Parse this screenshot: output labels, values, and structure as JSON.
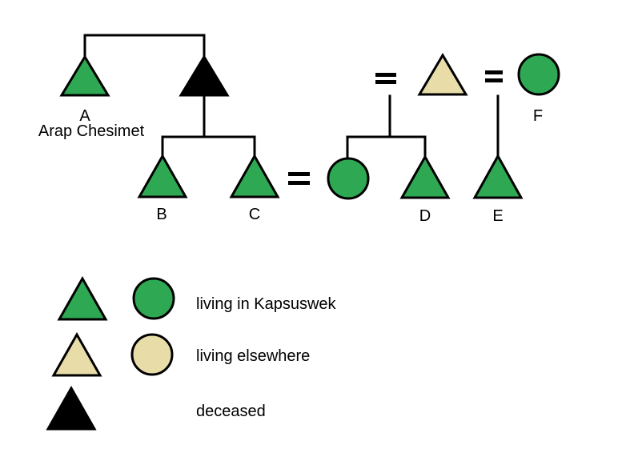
{
  "colors": {
    "green": "#2EA853",
    "tan": "#E8DDA8",
    "black": "#000000",
    "line": "#000000"
  },
  "pedigree": {
    "labels": {
      "a": "A",
      "a_name": "Arap Chesimet",
      "b": "B",
      "c": "C",
      "d": "D",
      "e": "E",
      "f": "F"
    },
    "individuals": [
      {
        "label": "A",
        "name": "Arap Chesimet",
        "symbol": "triangle",
        "status": "living in Kapsuswek"
      },
      {
        "label": "",
        "name": "",
        "symbol": "triangle",
        "status": "deceased",
        "links": "sibling of A; parent of B and C"
      },
      {
        "label": "B",
        "name": "",
        "symbol": "triangle",
        "status": "living in Kapsuswek"
      },
      {
        "label": "C",
        "name": "",
        "symbol": "triangle",
        "status": "living in Kapsuswek",
        "links": "married (=) to unlabeled female circle"
      },
      {
        "label": "",
        "name": "",
        "symbol": "circle",
        "status": "living in Kapsuswek",
        "links": "wife of C; sibling of D"
      },
      {
        "label": "",
        "name": "",
        "symbol": "triangle",
        "status": "living elsewhere",
        "links": "marriage (=) with descent to circle and D; married (=) to F with descent to E"
      },
      {
        "label": "D",
        "name": "",
        "symbol": "triangle",
        "status": "living in Kapsuswek"
      },
      {
        "label": "E",
        "name": "",
        "symbol": "triangle",
        "status": "living in Kapsuswek"
      },
      {
        "label": "F",
        "name": "",
        "symbol": "circle",
        "status": "living in Kapsuswek"
      }
    ]
  },
  "legend": {
    "items": [
      {
        "label": "living in Kapsuswek",
        "symbols": [
          "triangle",
          "circle"
        ],
        "color": "#2EA853"
      },
      {
        "label": "living elsewhere",
        "symbols": [
          "triangle",
          "circle"
        ],
        "color": "#E8DDA8"
      },
      {
        "label": "deceased",
        "symbols": [
          "triangle"
        ],
        "color": "#000000"
      }
    ]
  }
}
